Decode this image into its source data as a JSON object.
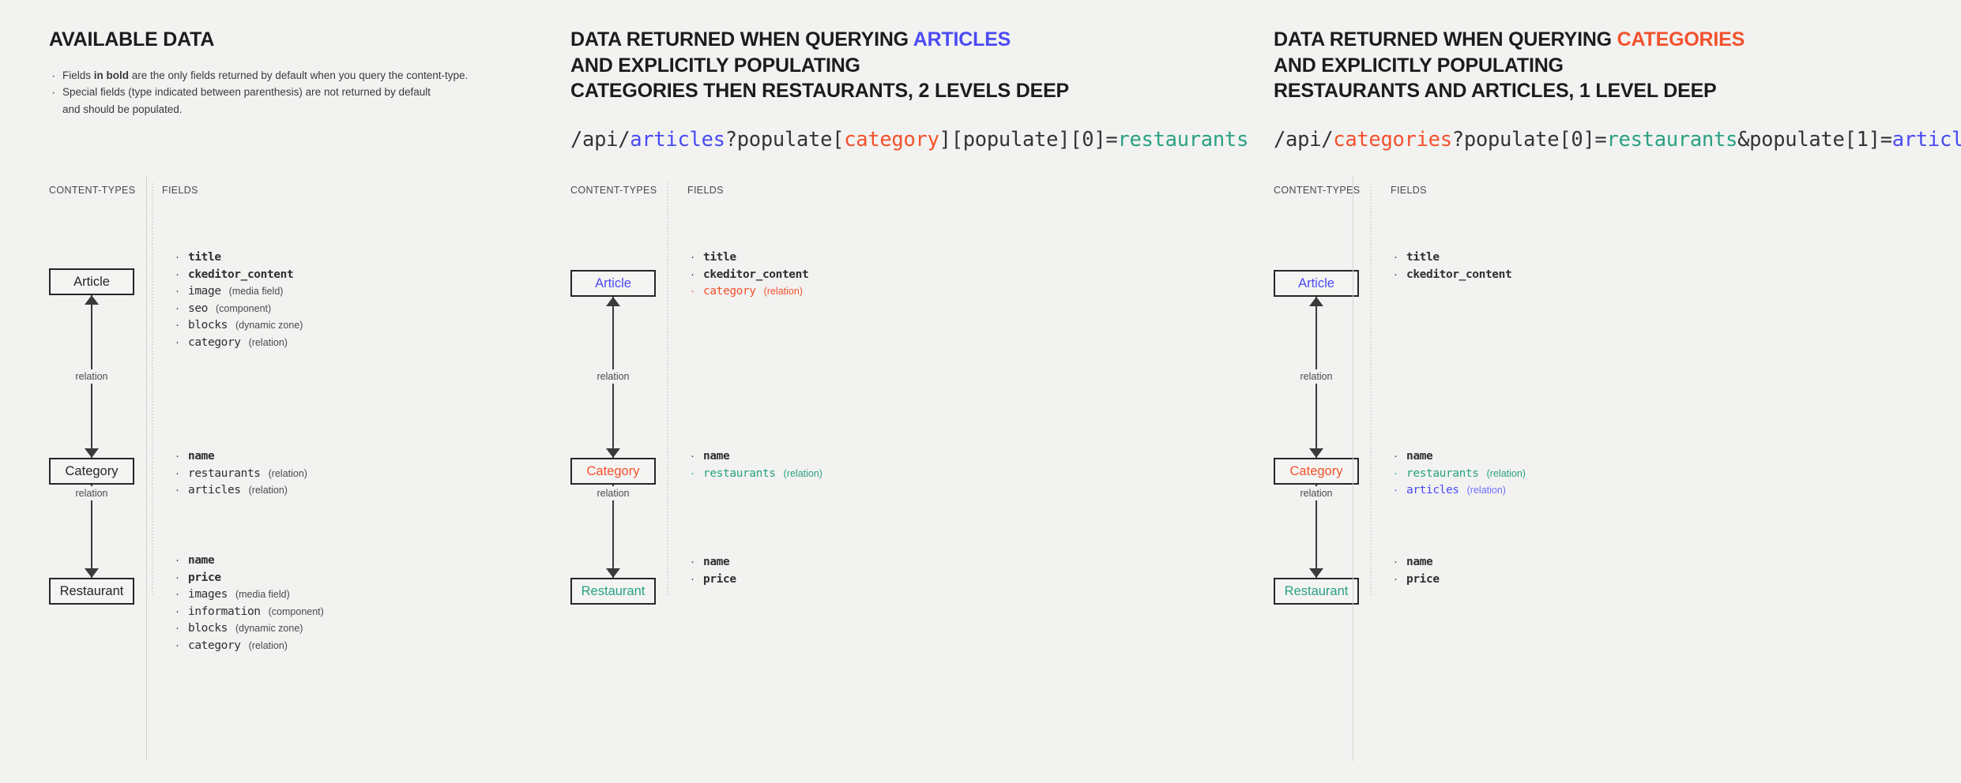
{
  "colors": {
    "background": "#f2f2f1",
    "text": "#2b2b2b",
    "articles": "#4b4bf5",
    "categories": "#f4512c",
    "restaurants": "#2aa183",
    "box_border": "#262626"
  },
  "column_headers": {
    "content_types": "CONTENT-TYPES",
    "fields": "FIELDS"
  },
  "panel1": {
    "title": "AVAILABLE DATA",
    "notes": [
      {
        "pre": "Fields ",
        "bold": "in bold",
        "post": " are the only fields returned by default when you query the content-type."
      },
      {
        "pre": "Special fields (type indicated between parenthesis) are not returned by default",
        "bold": "",
        "post": ""
      },
      {
        "pre": "and should be populated.",
        "bold": "",
        "post": ""
      }
    ],
    "nodes": [
      {
        "label": "Article",
        "color": ""
      },
      {
        "label": "Category",
        "color": ""
      },
      {
        "label": "Restaurant",
        "color": ""
      }
    ],
    "connector_labels": [
      "relation",
      "relation"
    ],
    "field_groups": [
      {
        "owner": "Article",
        "fields": [
          {
            "name": "title",
            "type": "",
            "bold": true,
            "color": ""
          },
          {
            "name": "ckeditor_content",
            "type": "",
            "bold": true,
            "color": ""
          },
          {
            "name": "image",
            "type": "(media field)",
            "bold": false,
            "color": ""
          },
          {
            "name": "seo",
            "type": "(component)",
            "bold": false,
            "color": ""
          },
          {
            "name": "blocks",
            "type": "(dynamic zone)",
            "bold": false,
            "color": ""
          },
          {
            "name": "category",
            "type": "(relation)",
            "bold": false,
            "color": ""
          }
        ]
      },
      {
        "owner": "Category",
        "fields": [
          {
            "name": "name",
            "type": "",
            "bold": true,
            "color": ""
          },
          {
            "name": "restaurants",
            "type": "(relation)",
            "bold": false,
            "color": ""
          },
          {
            "name": "articles",
            "type": "(relation)",
            "bold": false,
            "color": ""
          }
        ]
      },
      {
        "owner": "Restaurant",
        "fields": [
          {
            "name": "name",
            "type": "",
            "bold": true,
            "color": ""
          },
          {
            "name": "price",
            "type": "",
            "bold": true,
            "color": ""
          },
          {
            "name": "images",
            "type": "(media field)",
            "bold": false,
            "color": ""
          },
          {
            "name": "information",
            "type": "(component)",
            "bold": false,
            "color": ""
          },
          {
            "name": "blocks",
            "type": "(dynamic zone)",
            "bold": false,
            "color": ""
          },
          {
            "name": "category",
            "type": "(relation)",
            "bold": false,
            "color": ""
          }
        ]
      }
    ]
  },
  "panel2": {
    "title_line1_pre": "DATA RETURNED WHEN QUERYING ",
    "title_line1_kw": "ARTICLES",
    "title_line2": "AND EXPLICITLY POPULATING",
    "title_line3": "CATEGORIES THEN RESTAURANTS, 2 LEVELS DEEP",
    "query": [
      {
        "text": "/api/",
        "color": ""
      },
      {
        "text": "articles",
        "color": "blue"
      },
      {
        "text": "?populate[",
        "color": ""
      },
      {
        "text": "category",
        "color": "red"
      },
      {
        "text": "][populate][0]=",
        "color": ""
      },
      {
        "text": "restaurants",
        "color": "green"
      }
    ],
    "nodes": [
      {
        "label": "Article",
        "color": "blue"
      },
      {
        "label": "Category",
        "color": "red"
      },
      {
        "label": "Restaurant",
        "color": "green"
      }
    ],
    "connector_labels": [
      "relation",
      "relation"
    ],
    "field_groups": [
      {
        "owner": "Article",
        "fields": [
          {
            "name": "title",
            "type": "",
            "bold": true,
            "color": ""
          },
          {
            "name": "ckeditor_content",
            "type": "",
            "bold": true,
            "color": ""
          },
          {
            "name": "category",
            "type": "(relation)",
            "bold": false,
            "color": "red"
          }
        ]
      },
      {
        "owner": "Category",
        "fields": [
          {
            "name": "name",
            "type": "",
            "bold": true,
            "color": ""
          },
          {
            "name": "restaurants",
            "type": "(relation)",
            "bold": false,
            "color": "green"
          }
        ]
      },
      {
        "owner": "Restaurant",
        "fields": [
          {
            "name": "name",
            "type": "",
            "bold": true,
            "color": ""
          },
          {
            "name": "price",
            "type": "",
            "bold": true,
            "color": ""
          }
        ]
      }
    ]
  },
  "panel3": {
    "title_line1_pre": "DATA RETURNED WHEN QUERYING ",
    "title_line1_kw": "CATEGORIES",
    "title_line2": "AND EXPLICITLY POPULATING",
    "title_line3": "RESTAURANTS AND ARTICLES, 1 LEVEL DEEP",
    "query": [
      {
        "text": "/api/",
        "color": ""
      },
      {
        "text": "categories",
        "color": "red"
      },
      {
        "text": "?populate[0]=",
        "color": ""
      },
      {
        "text": "restaurants",
        "color": "green"
      },
      {
        "text": "&populate[1]=",
        "color": ""
      },
      {
        "text": "articles",
        "color": "blue"
      }
    ],
    "nodes": [
      {
        "label": "Article",
        "color": "blue"
      },
      {
        "label": "Category",
        "color": "red"
      },
      {
        "label": "Restaurant",
        "color": "green"
      }
    ],
    "connector_labels": [
      "relation",
      "relation"
    ],
    "field_groups": [
      {
        "owner": "Article",
        "fields": [
          {
            "name": "title",
            "type": "",
            "bold": true,
            "color": ""
          },
          {
            "name": "ckeditor_content",
            "type": "",
            "bold": true,
            "color": ""
          }
        ]
      },
      {
        "owner": "Category",
        "fields": [
          {
            "name": "name",
            "type": "",
            "bold": true,
            "color": ""
          },
          {
            "name": "restaurants",
            "type": "(relation)",
            "bold": false,
            "color": "green"
          },
          {
            "name": "articles",
            "type": "(relation)",
            "bold": false,
            "color": "blue"
          }
        ]
      },
      {
        "owner": "Restaurant",
        "fields": [
          {
            "name": "name",
            "type": "",
            "bold": true,
            "color": ""
          },
          {
            "name": "price",
            "type": "",
            "bold": true,
            "color": ""
          }
        ]
      }
    ]
  }
}
